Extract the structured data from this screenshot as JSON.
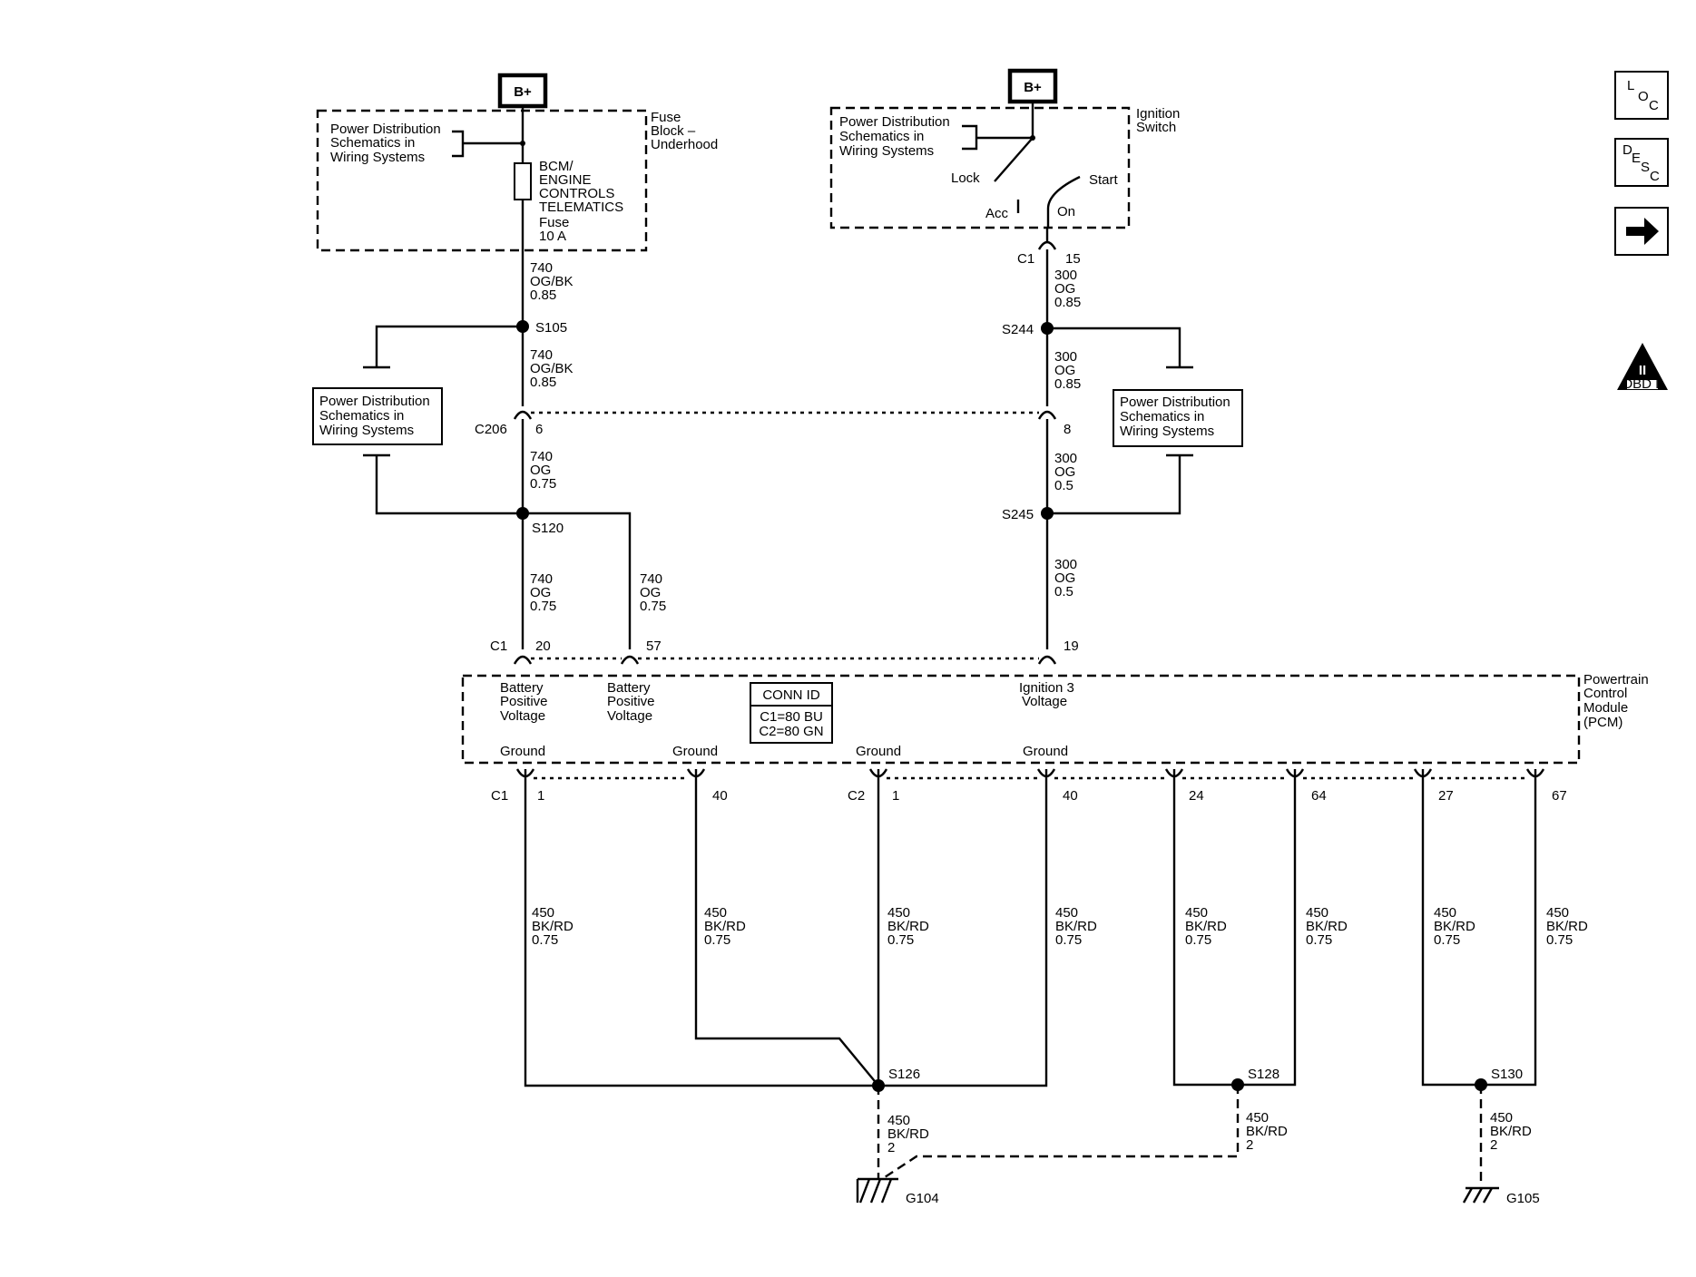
{
  "supply": {
    "bplus_left": "B+",
    "bplus_right": "B+"
  },
  "fuse_block": {
    "name_lines": [
      "Fuse",
      "Block –",
      "Underhood"
    ],
    "ref_lines": [
      "Power Distribution",
      "Schematics in",
      "Wiring Systems"
    ],
    "fuse_lines": [
      "BCM/",
      "ENGINE",
      "CONTROLS",
      "TELEMATICS",
      "Fuse",
      "10 A"
    ]
  },
  "ignition_switch": {
    "name_lines": [
      "Ignition",
      "Switch"
    ],
    "ref_lines": [
      "Power Distribution",
      "Schematics in",
      "Wiring Systems"
    ],
    "positions": {
      "lock": "Lock",
      "acc": "Acc",
      "start": "Start",
      "on": "On"
    }
  },
  "power_dist_ref_lines": [
    "Power Distribution",
    "Schematics in",
    "Wiring Systems"
  ],
  "splices": {
    "s105": "S105",
    "s120": "S120",
    "s244": "S244",
    "s245": "S245",
    "s126": "S126",
    "s128": "S128",
    "s130": "S130"
  },
  "connectors": {
    "c1": "C1",
    "c2": "C2",
    "c206": "C206",
    "pins": {
      "p15": "15",
      "p6": "6",
      "p8": "8",
      "p20": "20",
      "p57": "57",
      "p19": "19",
      "p1": "1",
      "p40": "40",
      "p24": "24",
      "p64": "64",
      "p27": "27",
      "p67": "67"
    }
  },
  "wires": {
    "w740_ogbk_085": [
      "740",
      "OG/BK",
      "0.85"
    ],
    "w740_og_075": [
      "740",
      "OG",
      "0.75"
    ],
    "w300_og_085": [
      "300",
      "OG",
      "0.85"
    ],
    "w300_og_05": [
      "300",
      "OG",
      "0.5"
    ],
    "w450_bkrd_075": [
      "450",
      "BK/RD",
      "0.75"
    ],
    "w450_bkrd_2": [
      "450",
      "BK/RD",
      "2"
    ]
  },
  "pcm": {
    "name_lines": [
      "Powertrain",
      "Control",
      "Module",
      "(PCM)"
    ],
    "bat_pos_lines": [
      "Battery",
      "Positive",
      "Voltage"
    ],
    "ign3_lines": [
      "Ignition 3",
      "Voltage"
    ],
    "ground": "Ground",
    "conn_id_title": "CONN ID",
    "conn_id_lines": [
      "C1=80 BU",
      "C2=80 GN"
    ]
  },
  "grounds": {
    "g104": "G104",
    "g105": "G105"
  },
  "side_icons": {
    "loc": [
      "L",
      "O",
      "C"
    ],
    "desc": [
      "D",
      "E",
      "S",
      "C"
    ],
    "obd_top": "II",
    "obd_bottom": "OBD II"
  }
}
